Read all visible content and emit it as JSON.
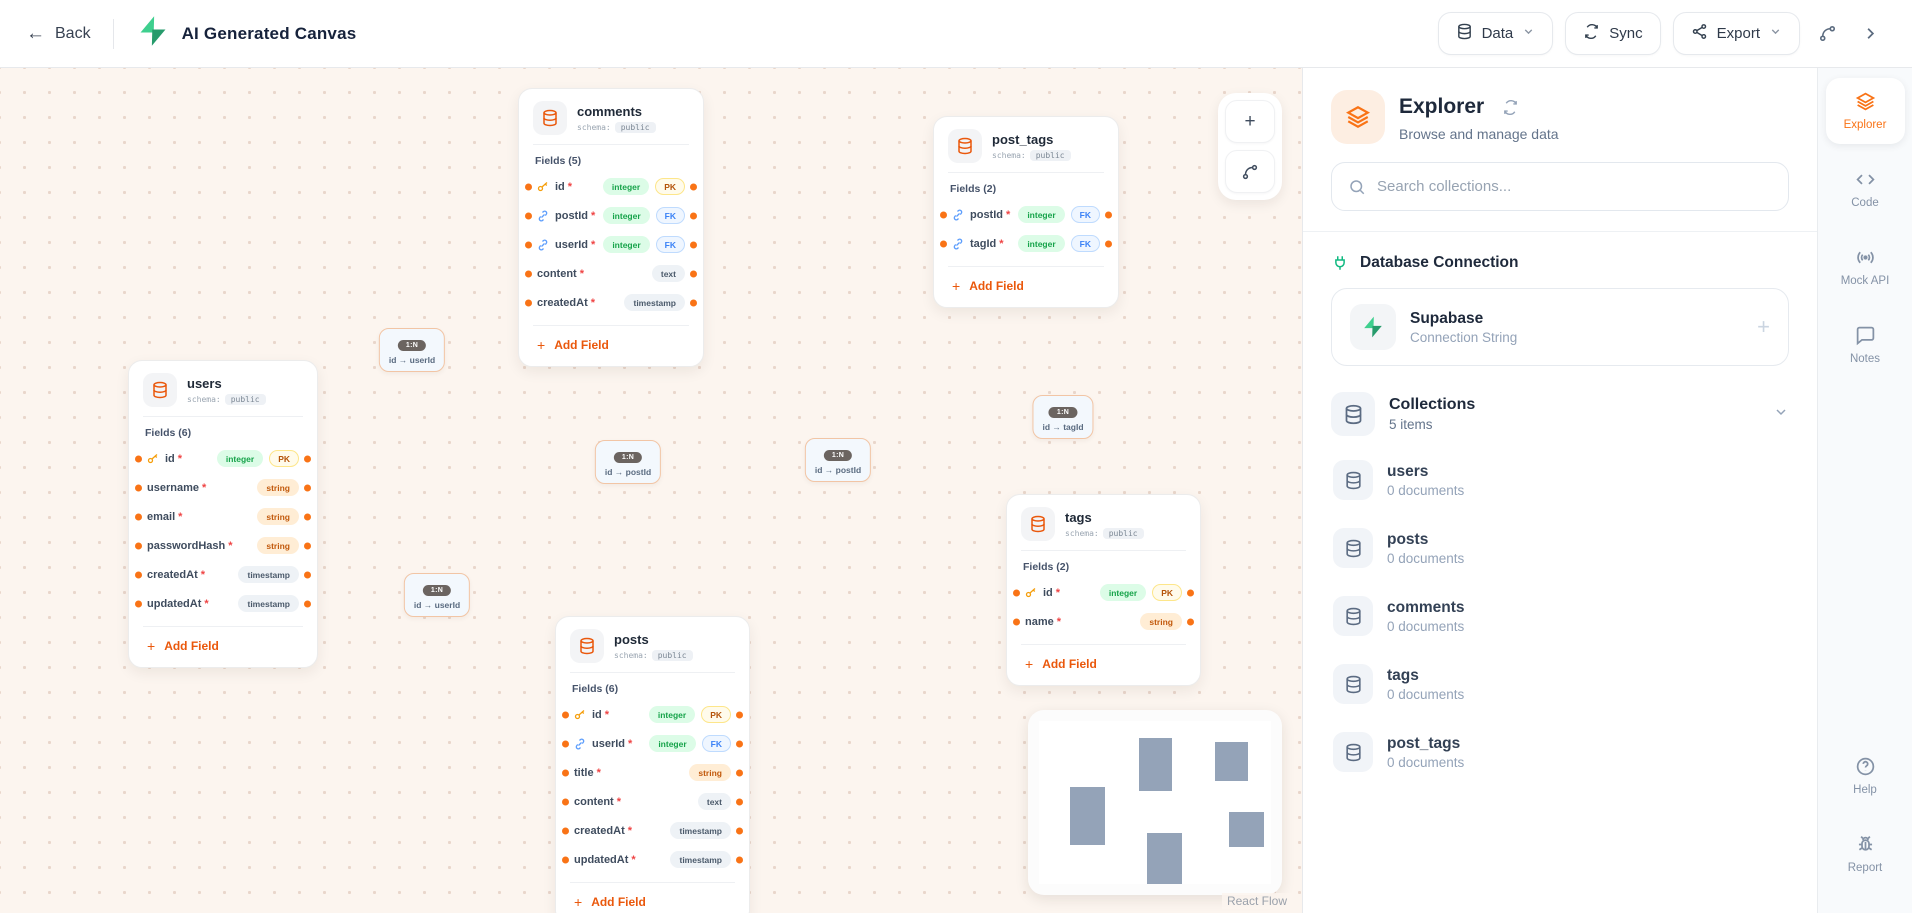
{
  "header": {
    "back": "Back",
    "title": "AI Generated Canvas",
    "data_button": "Data",
    "sync_button": "Sync",
    "export_button": "Export"
  },
  "icons": {
    "plus": "+",
    "arrow_left": "←",
    "required_marker": "*"
  },
  "canvas": {
    "nodes": [
      {
        "name": "comments",
        "schema_key": "schema:",
        "schema_value": "public",
        "fields_title": "Fields (5)",
        "add_field": "Add Field",
        "fields": [
          {
            "name": "id",
            "type": "integer",
            "key_badge": "PK"
          },
          {
            "name": "postId",
            "type": "integer",
            "key_badge": "FK"
          },
          {
            "name": "userId",
            "type": "integer",
            "key_badge": "FK"
          },
          {
            "name": "content",
            "type": "text"
          },
          {
            "name": "createdAt",
            "type": "timestamp"
          }
        ]
      },
      {
        "name": "post_tags",
        "schema_key": "schema:",
        "schema_value": "public",
        "fields_title": "Fields (2)",
        "add_field": "Add Field",
        "fields": [
          {
            "name": "postId",
            "type": "integer",
            "key_badge": "FK"
          },
          {
            "name": "tagId",
            "type": "integer",
            "key_badge": "FK"
          }
        ]
      },
      {
        "name": "users",
        "schema_key": "schema:",
        "schema_value": "public",
        "fields_title": "Fields (6)",
        "add_field": "Add Field",
        "fields": [
          {
            "name": "id",
            "type": "integer",
            "key_badge": "PK"
          },
          {
            "name": "username",
            "type": "string"
          },
          {
            "name": "email",
            "type": "string"
          },
          {
            "name": "passwordHash",
            "type": "string"
          },
          {
            "name": "createdAt",
            "type": "timestamp"
          },
          {
            "name": "updatedAt",
            "type": "timestamp"
          }
        ]
      },
      {
        "name": "tags",
        "schema_key": "schema:",
        "schema_value": "public",
        "fields_title": "Fields (2)",
        "add_field": "Add Field",
        "fields": [
          {
            "name": "id",
            "type": "integer",
            "key_badge": "PK"
          },
          {
            "name": "name",
            "type": "string"
          }
        ]
      },
      {
        "name": "posts",
        "schema_key": "schema:",
        "schema_value": "public",
        "fields_title": "Fields (6)",
        "add_field": "Add Field",
        "fields": [
          {
            "name": "id",
            "type": "integer",
            "key_badge": "PK"
          },
          {
            "name": "userId",
            "type": "integer",
            "key_badge": "FK"
          },
          {
            "name": "title",
            "type": "string"
          },
          {
            "name": "content",
            "type": "text"
          },
          {
            "name": "createdAt",
            "type": "timestamp"
          },
          {
            "name": "updatedAt",
            "type": "timestamp"
          }
        ]
      }
    ],
    "edge_labels": [
      {
        "cardinality": "1:N",
        "ref": "id → userId"
      },
      {
        "cardinality": "1:N",
        "ref": "id → postId"
      },
      {
        "cardinality": "1:N",
        "ref": "id → postId"
      },
      {
        "cardinality": "1:N",
        "ref": "id → tagId"
      },
      {
        "cardinality": "1:N",
        "ref": "id → userId"
      }
    ],
    "attribution": "React Flow"
  },
  "explorer": {
    "title": "Explorer",
    "subtitle": "Browse and manage data",
    "search_placeholder": "Search collections...",
    "connection_section": "Database Connection",
    "connection": {
      "name": "Supabase",
      "subtitle": "Connection String"
    },
    "collections": {
      "title": "Collections",
      "count": "5 items",
      "items": [
        {
          "name": "users",
          "docs": "0 documents"
        },
        {
          "name": "posts",
          "docs": "0 documents"
        },
        {
          "name": "comments",
          "docs": "0 documents"
        },
        {
          "name": "tags",
          "docs": "0 documents"
        },
        {
          "name": "post_tags",
          "docs": "0 documents"
        }
      ]
    }
  },
  "rail": {
    "explorer": "Explorer",
    "code": "Code",
    "mock_api": "Mock API",
    "notes": "Notes",
    "help": "Help",
    "report": "Report"
  },
  "colors": {
    "accent_orange": "#f97316",
    "supabase_green": "#3ecf8e",
    "edge_dash": "#f0a583",
    "badge_integer": "#dcfce7",
    "badge_string": "#ffedd5",
    "canvas_bg": "#fcf5ef"
  }
}
